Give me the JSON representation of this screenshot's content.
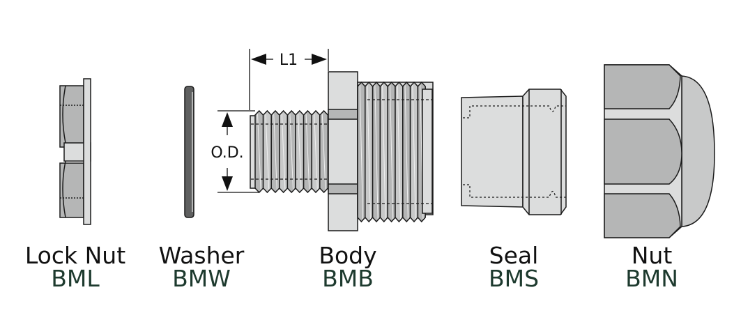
{
  "colors": {
    "code_text": "#1d3a2e",
    "name_text": "#111111",
    "light_fill": "#dcdddd",
    "mid_fill": "#b5b6b6",
    "dark_fill": "#5f6060",
    "outline": "#1a1a1a"
  },
  "dimensions": {
    "length_label": "L1",
    "diameter_label": "O.D."
  },
  "parts": [
    {
      "name": "Lock Nut",
      "code": "BML"
    },
    {
      "name": "Washer",
      "code": "BMW"
    },
    {
      "name": "Body",
      "code": "BMB"
    },
    {
      "name": "Seal",
      "code": "BMS"
    },
    {
      "name": "Nut",
      "code": "BMN"
    }
  ]
}
